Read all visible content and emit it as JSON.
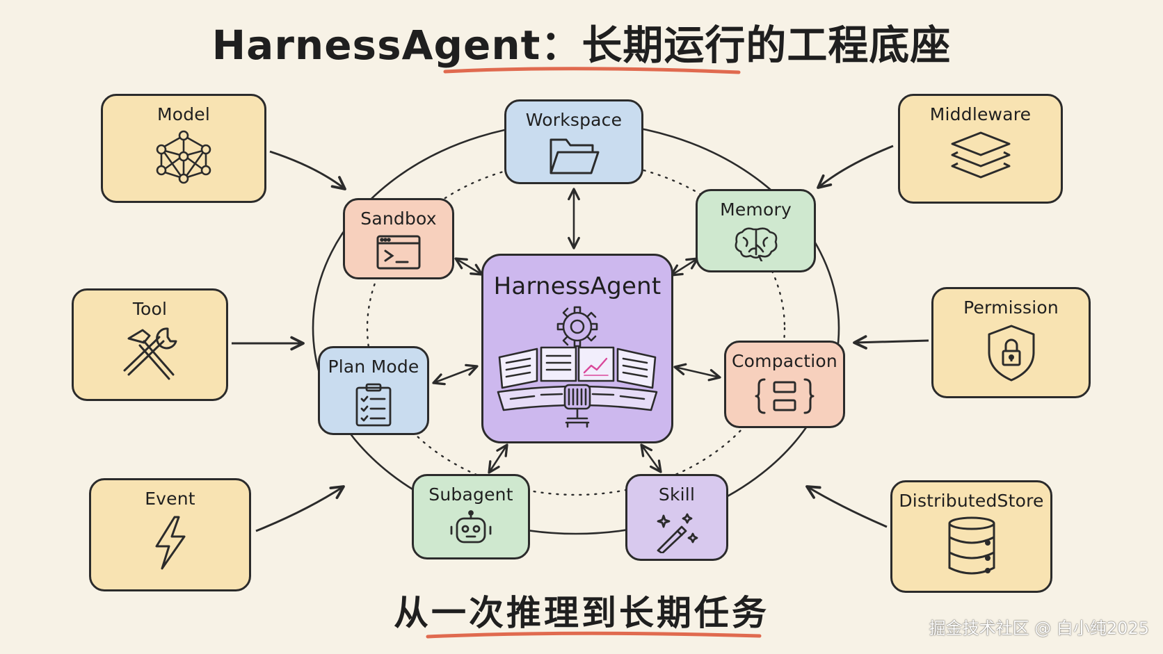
{
  "title": "HarnessAgent：长期运行的工程底座",
  "subtitle": "从一次推理到长期任务",
  "watermark": "掘金技术社区 @ 白小纯2025",
  "center": {
    "label": "HarnessAgent",
    "icon": "gear-control-console-icon"
  },
  "outer_nodes": {
    "model": {
      "label": "Model",
      "icon": "neural-network-icon"
    },
    "tool": {
      "label": "Tool",
      "icon": "hammer-wrench-icon"
    },
    "event": {
      "label": "Event",
      "icon": "lightning-icon"
    },
    "middleware": {
      "label": "Middleware",
      "icon": "layers-icon"
    },
    "permission": {
      "label": "Permission",
      "icon": "shield-lock-icon"
    },
    "distributedstore": {
      "label": "DistributedStore",
      "icon": "database-icon"
    }
  },
  "inner_nodes": {
    "workspace": {
      "label": "Workspace",
      "icon": "folder-icon"
    },
    "sandbox": {
      "label": "Sandbox",
      "icon": "terminal-icon"
    },
    "memory": {
      "label": "Memory",
      "icon": "brain-icon"
    },
    "planmode": {
      "label": "Plan Mode",
      "icon": "checklist-icon"
    },
    "compaction": {
      "label": "Compaction",
      "icon": "braces-icon"
    },
    "subagent": {
      "label": "Subagent",
      "icon": "robot-icon"
    },
    "skill": {
      "label": "Skill",
      "icon": "magic-wand-icon"
    }
  },
  "colors": {
    "background": "#f7f2e6",
    "outer_box": "#f8e3b2",
    "blue_box": "#c9dcef",
    "peach_box": "#f7d0bd",
    "green_box": "#cfe8cf",
    "lavender_box": "#d8c9ee",
    "center_box": "#cdb8ee",
    "underline": "#e06a4f",
    "stroke": "#2b2b2b"
  }
}
